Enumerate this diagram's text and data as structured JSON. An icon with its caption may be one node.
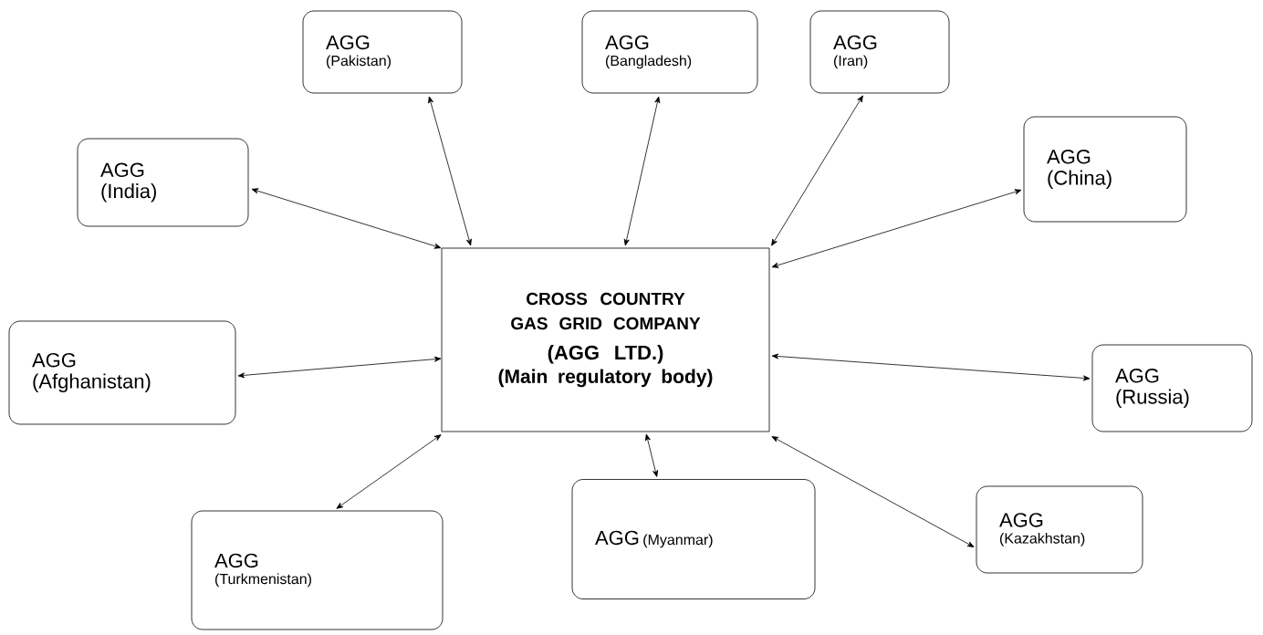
{
  "diagram": {
    "nodes": [
      {
        "text": [
          "AGG",
          "(Pakistan)"
        ]
      },
      {
        "text": [
          "AGG",
          "(Bangladesh)"
        ]
      },
      {
        "text": [
          "AGG",
          "(Iran)"
        ]
      },
      {
        "text": [
          "AGG",
          "(India)"
        ]
      },
      {
        "text": [
          "AGG",
          "(China)"
        ]
      },
      {
        "text": [
          "CROSS COUNTRY GAS GRID COMPANY",
          "(AGG LTD.)",
          "(Main regulatory body)"
        ]
      },
      {
        "text": [
          "AGG",
          "(Afghanistan)"
        ]
      },
      {
        "text": [
          "AGG",
          "(Russia)"
        ]
      },
      {
        "text": [
          "AGG",
          "(Turkmenistan)"
        ]
      },
      {
        "text": [
          "AGG",
          "(Myanmar)"
        ]
      },
      {
        "text": [
          "AGG",
          "(Kazakhstan)"
        ]
      }
    ],
    "edges": [
      {
        "from": 5,
        "to": 0,
        "arrow": "both"
      },
      {
        "from": 5,
        "to": 1,
        "arrow": "both"
      },
      {
        "from": 5,
        "to": 2,
        "arrow": "both"
      },
      {
        "from": 5,
        "to": 3,
        "arrow": "both"
      },
      {
        "from": 5,
        "to": 4,
        "arrow": "both"
      },
      {
        "from": 5,
        "to": 6,
        "arrow": "both"
      },
      {
        "from": 5,
        "to": 7,
        "arrow": "both"
      },
      {
        "from": 5,
        "to": 8,
        "arrow": "both"
      },
      {
        "from": 5,
        "to": 9,
        "arrow": "both"
      },
      {
        "from": 5,
        "to": 10,
        "arrow": "both"
      }
    ]
  }
}
